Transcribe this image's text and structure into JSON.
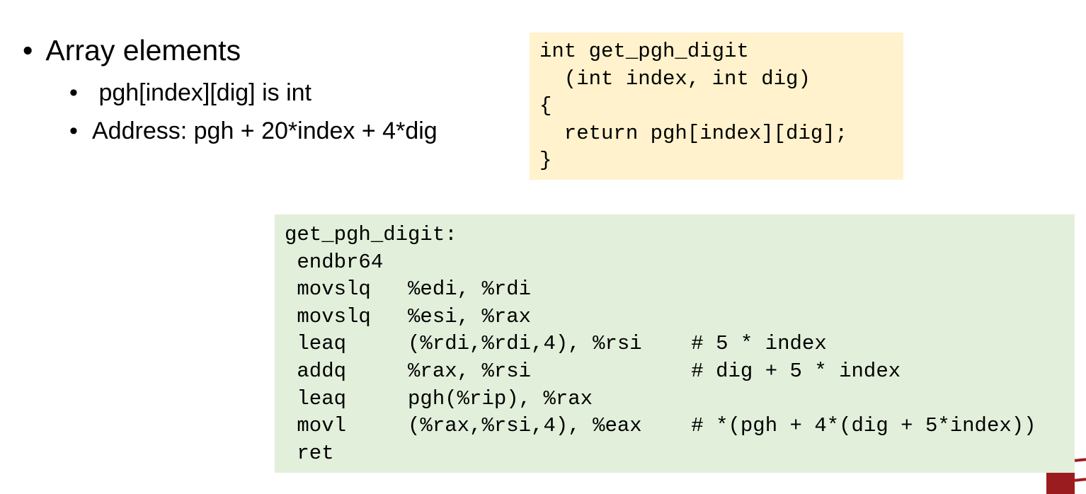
{
  "bullets": {
    "main": "Array elements",
    "sub": [
      "pgh[index][dig] is int",
      "Address: pgh + 20*index + 4*dig"
    ]
  },
  "c_code": [
    "int get_pgh_digit",
    "  (int index, int dig)",
    "{",
    "  return pgh[index][dig];",
    "}"
  ],
  "asm_code": [
    "get_pgh_digit:",
    " endbr64",
    " movslq   %edi, %rdi",
    " movslq   %esi, %rax",
    " leaq     (%rdi,%rdi,4), %rsi    # 5 * index",
    " addq     %rax, %rsi             # dig + 5 * index",
    " leaq     pgh(%rip), %rax",
    " movl     (%rax,%rsi,4), %eax    # *(pgh + 4*(dig + 5*index))",
    " ret"
  ],
  "colors": {
    "c_bg": "#fff2cc",
    "asm_bg": "#e2efda",
    "logo": "#9b1c1f"
  }
}
